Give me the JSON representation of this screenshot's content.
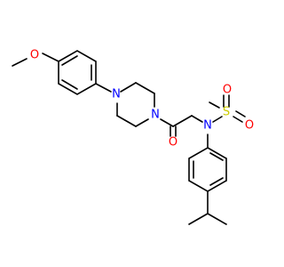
{
  "molecule": {
    "atoms": {
      "o_methoxy": "O",
      "n_aryl": "N",
      "n_acyl": "N",
      "o_carbonyl": "O",
      "n_sulfonamide": "N",
      "s_sulfonyl": "S",
      "o_sulfonyl_top": "O",
      "o_sulfonyl_right": "O"
    },
    "colors": {
      "carbon_bond": "#000000",
      "oxygen": "#ff0000",
      "nitrogen": "#0000ff",
      "sulfur": "#cccc00"
    }
  }
}
